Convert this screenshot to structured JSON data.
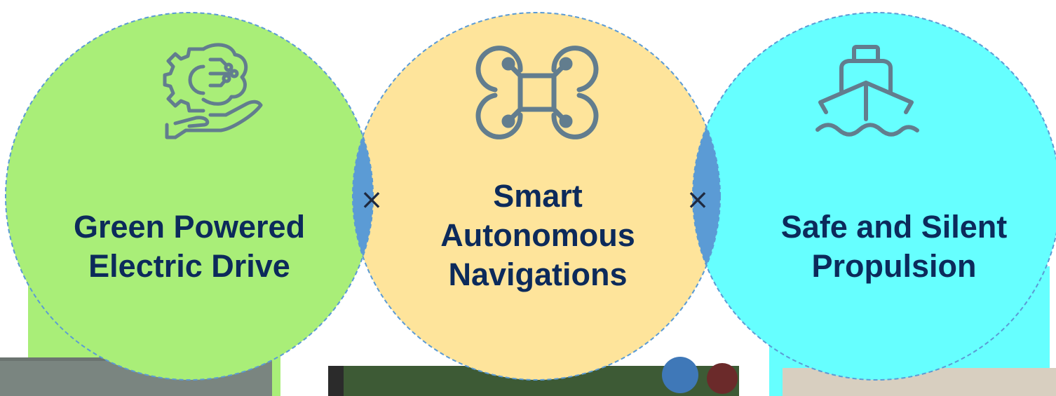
{
  "colors": {
    "green_circle": "#a9ee78",
    "yellow_circle": "#fee49b",
    "cyan_circle": "#66ffff",
    "overlap": "#5b9bd5",
    "outline": "#5b9bd5",
    "text": "#0c2a5b",
    "icon": "#627d8e"
  },
  "circles": [
    {
      "id": "green",
      "lines": [
        "Green Powered",
        "Electric Drive"
      ],
      "icon": "hand-gear-brain-icon"
    },
    {
      "id": "yellow",
      "lines": [
        "Smart",
        "Autonomous",
        "Navigations"
      ],
      "icon": "drone-icon"
    },
    {
      "id": "cyan",
      "lines": [
        "Safe and Silent",
        "Propulsion"
      ],
      "icon": "ship-icon"
    }
  ],
  "connectors": [
    "×",
    "×"
  ]
}
